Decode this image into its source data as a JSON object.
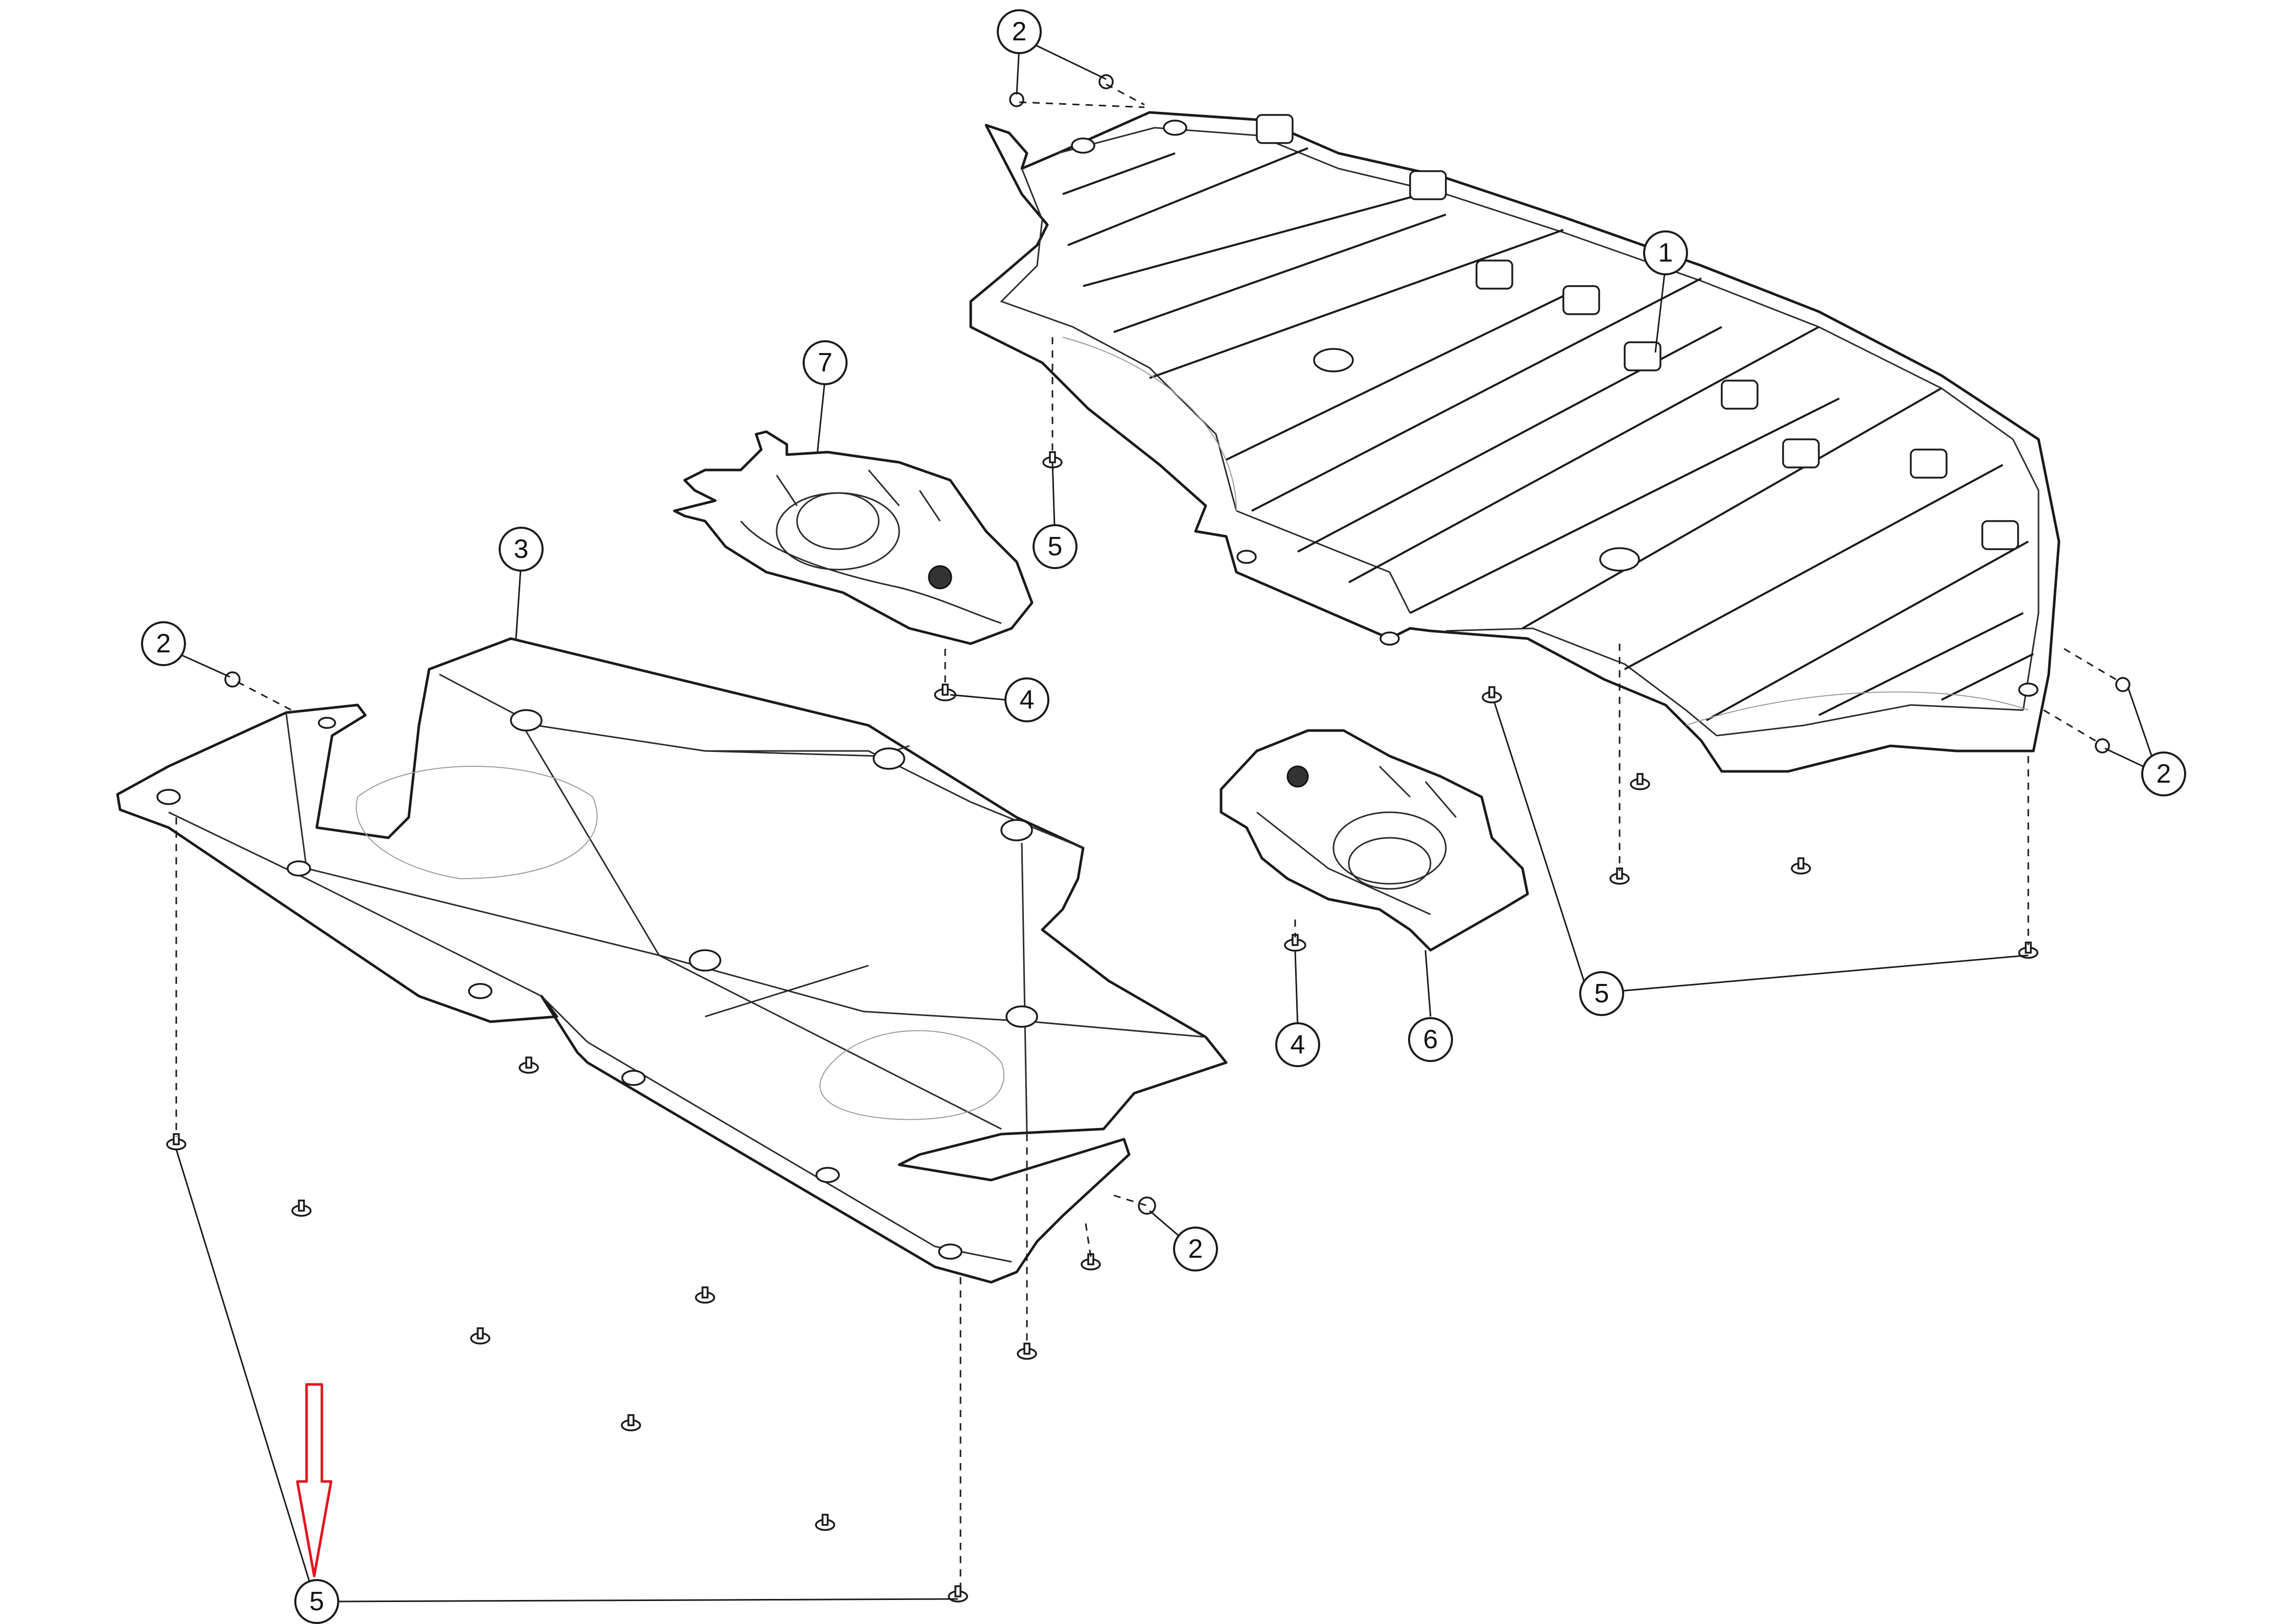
{
  "diagram": {
    "accent_color": "#e0141e",
    "callouts": [
      {
        "id": "c1",
        "label": "1"
      },
      {
        "id": "c2a",
        "label": "2"
      },
      {
        "id": "c2b",
        "label": "2"
      },
      {
        "id": "c2c",
        "label": "2"
      },
      {
        "id": "c2d",
        "label": "2"
      },
      {
        "id": "c3",
        "label": "3"
      },
      {
        "id": "c4a",
        "label": "4"
      },
      {
        "id": "c4b",
        "label": "4"
      },
      {
        "id": "c5a",
        "label": "5"
      },
      {
        "id": "c5b",
        "label": "5"
      },
      {
        "id": "c5c",
        "label": "5"
      },
      {
        "id": "c6",
        "label": "6"
      },
      {
        "id": "c7",
        "label": "7"
      }
    ],
    "parts": [
      {
        "name": "rear-underbody-panel",
        "callout": "1"
      },
      {
        "name": "front-underbody-panel",
        "callout": "3"
      },
      {
        "name": "left-wheelarch-shield",
        "callout": "7"
      },
      {
        "name": "right-wheelarch-shield",
        "callout": "6"
      }
    ],
    "indicator": {
      "icon": "red-arrow-down-icon",
      "points_to_callout": "5"
    }
  }
}
